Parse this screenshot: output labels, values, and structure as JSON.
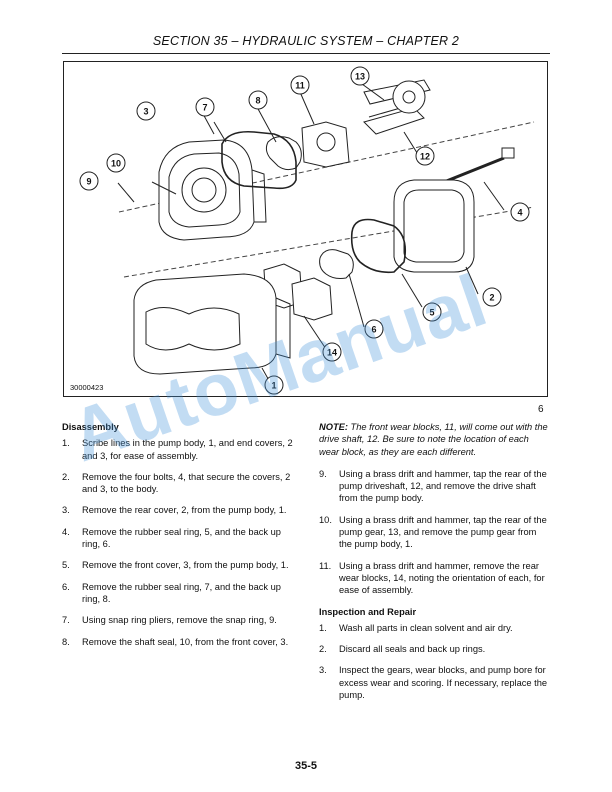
{
  "header": {
    "title": "SECTION 35 – HYDRAULIC SYSTEM – CHAPTER 2"
  },
  "figure": {
    "id": "30000423",
    "number": "6",
    "callouts": [
      "1",
      "2",
      "3",
      "4",
      "5",
      "6",
      "7",
      "8",
      "9",
      "10",
      "11",
      "12",
      "13",
      "14"
    ]
  },
  "disassembly": {
    "heading": "Disassembly",
    "steps": [
      {
        "n": "1.",
        "text": "Scribe lines in the pump body, 1, and end covers, 2 and 3, for ease of assembly."
      },
      {
        "n": "2.",
        "text": "Remove the four bolts, 4, that secure the covers, 2 and 3, to the body."
      },
      {
        "n": "3.",
        "text": "Remove the rear cover, 2, from the pump body, 1."
      },
      {
        "n": "4.",
        "text": "Remove the rubber seal ring, 5, and the back up ring, 6."
      },
      {
        "n": "5.",
        "text": "Remove the front cover, 3, from the pump body, 1."
      },
      {
        "n": "6.",
        "text": "Remove the rubber seal ring, 7, and the back up ring, 8."
      },
      {
        "n": "7.",
        "text": "Using snap ring pliers, remove the snap ring, 9."
      },
      {
        "n": "8.",
        "text": "Remove the shaft seal, 10, from the front cover, 3."
      }
    ]
  },
  "note": {
    "label": "NOTE:",
    "text": "The front wear blocks, 11, will come out with the drive shaft, 12. Be sure to note the location of each wear block, as they are each different."
  },
  "disassembly_cont": {
    "steps": [
      {
        "n": "9.",
        "text": "Using a brass drift and hammer, tap the rear of the pump driveshaft, 12, and remove the drive shaft from the pump body."
      },
      {
        "n": "10.",
        "text": "Using a brass drift and hammer, tap the rear of the pump gear, 13, and remove the pump gear from the pump body, 1."
      },
      {
        "n": "11.",
        "text": "Using a brass drift and hammer, remove the rear wear blocks, 14, noting the orientation of each, for ease of assembly."
      }
    ]
  },
  "inspection": {
    "heading": "Inspection and Repair",
    "steps": [
      {
        "n": "1.",
        "text": "Wash all parts in clean solvent and air dry."
      },
      {
        "n": "2.",
        "text": "Discard all seals and back up rings."
      },
      {
        "n": "3.",
        "text": "Inspect the gears, wear blocks, and pump bore for excess wear and scoring. If necessary, replace the pump."
      }
    ]
  },
  "page_number": "35-5",
  "watermark": "AutoManual"
}
